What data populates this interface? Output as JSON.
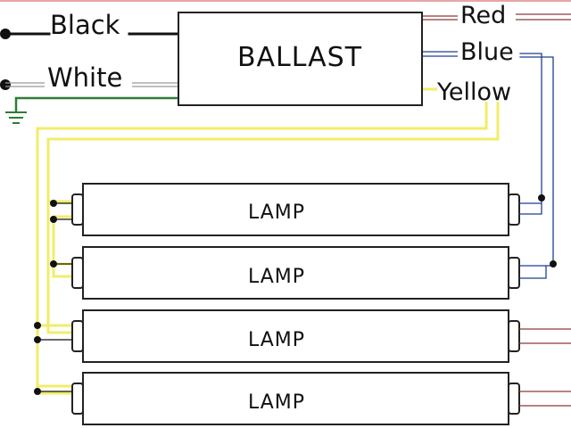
{
  "ballast": {
    "label": "BALLAST"
  },
  "input_wires": {
    "black": "Black",
    "white": "White"
  },
  "output_wires": {
    "red": "Red",
    "blue": "Blue",
    "yellow": "Yellow"
  },
  "lamps": [
    {
      "label": "LAMP"
    },
    {
      "label": "LAMP"
    },
    {
      "label": "LAMP"
    },
    {
      "label": "LAMP"
    }
  ],
  "colors": {
    "black_wire": "#111111",
    "white_wire": "#b8b8b8",
    "ground_wire": "#2e7d32",
    "red_wire": "#8b3a3a",
    "blue_wire": "#1f3f8f",
    "yellow_wire": "#f2ec6a"
  }
}
